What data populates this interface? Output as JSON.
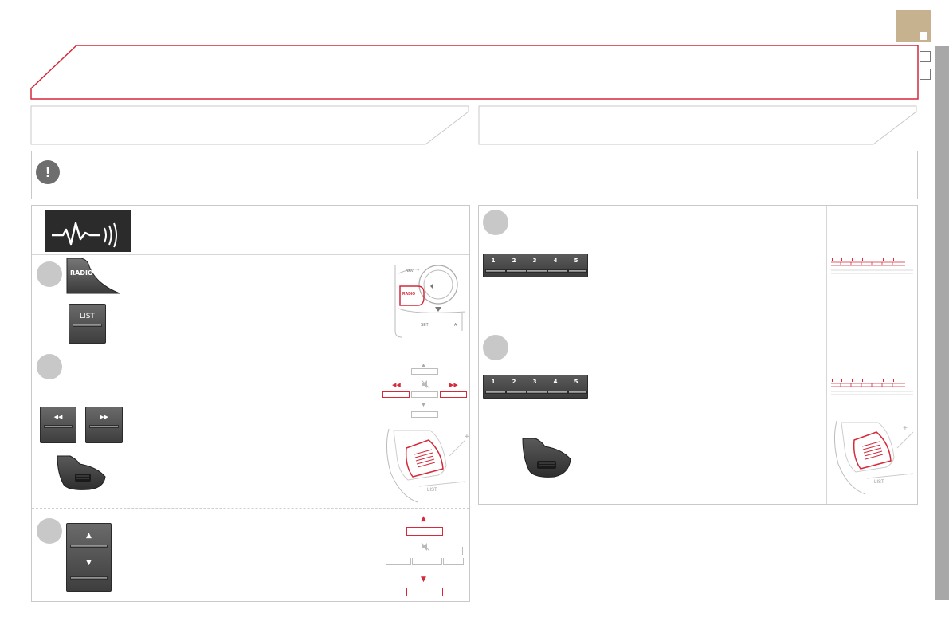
{
  "header": {
    "title": "",
    "page_badge_icon": "page-square-icon"
  },
  "columns": {
    "left_heading": "",
    "right_heading": ""
  },
  "warning": {
    "icon_symbol": "!",
    "text": ""
  },
  "left_panel": {
    "radio_wave_icon": "radio-wave-icon",
    "radio_button_label": "RADIO",
    "list_button_label": "LIST",
    "console_labels": {
      "nav": "NAV",
      "radio": "RADIO",
      "set": "SET",
      "a": "A"
    },
    "seek_back_symbol": "◀◀",
    "seek_fwd_symbol": "▶▶",
    "up_symbol": "▲",
    "down_symbol": "▼",
    "wheel_list_label": "LIST",
    "plus_symbol": "+",
    "minus_symbol": "-"
  },
  "right_panel": {
    "preset_numbers": [
      "1",
      "2",
      "3",
      "4",
      "5"
    ],
    "wheel_list_label": "LIST",
    "plus_symbol": "+",
    "minus_symbol": "-"
  },
  "colors": {
    "accent_red": "#d42a3a",
    "badge_gold": "#c7b290",
    "panel_border": "#c9c9c9"
  }
}
